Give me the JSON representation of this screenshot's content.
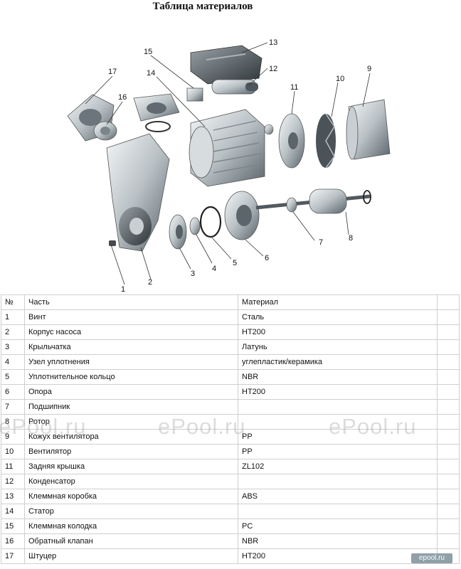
{
  "title": "Таблица материалов",
  "diagram": {
    "callouts": [
      "1",
      "2",
      "3",
      "4",
      "5",
      "6",
      "7",
      "8",
      "9",
      "10",
      "11",
      "12",
      "13",
      "14",
      "15",
      "16",
      "17"
    ]
  },
  "table": {
    "headers": [
      "№",
      "Часть",
      "Материал"
    ],
    "rows": [
      [
        "1",
        "Винт",
        "Сталь"
      ],
      [
        "2",
        "Корпус насоса",
        "HT200"
      ],
      [
        "3",
        "Крыльчатка",
        "Латунь"
      ],
      [
        "4",
        "Узел уплотнения",
        "углепластик/керамика"
      ],
      [
        "5",
        "Уплотнительное кольцо",
        "NBR"
      ],
      [
        "6",
        "Опора",
        "HT200"
      ],
      [
        "7",
        "Подшипник",
        ""
      ],
      [
        "8",
        "Ротор",
        ""
      ],
      [
        "9",
        "Кожух вентилятора",
        "PP"
      ],
      [
        "10",
        "Вентилятор",
        "PP"
      ],
      [
        "11",
        "Задняя крышка",
        "ZL102"
      ],
      [
        "12",
        "Конденсатор",
        ""
      ],
      [
        "13",
        "Клеммная коробка",
        "ABS"
      ],
      [
        "14",
        "Статор",
        ""
      ],
      [
        "15",
        "Клеммная колодка",
        "PC"
      ],
      [
        "16",
        "Обратный клапан",
        "NBR"
      ],
      [
        "17",
        "Штуцер",
        "HT200"
      ]
    ]
  },
  "watermarks": [
    "ePool.ru",
    "ePool.ru",
    "ePool.ru"
  ],
  "logo": "epool.ru"
}
